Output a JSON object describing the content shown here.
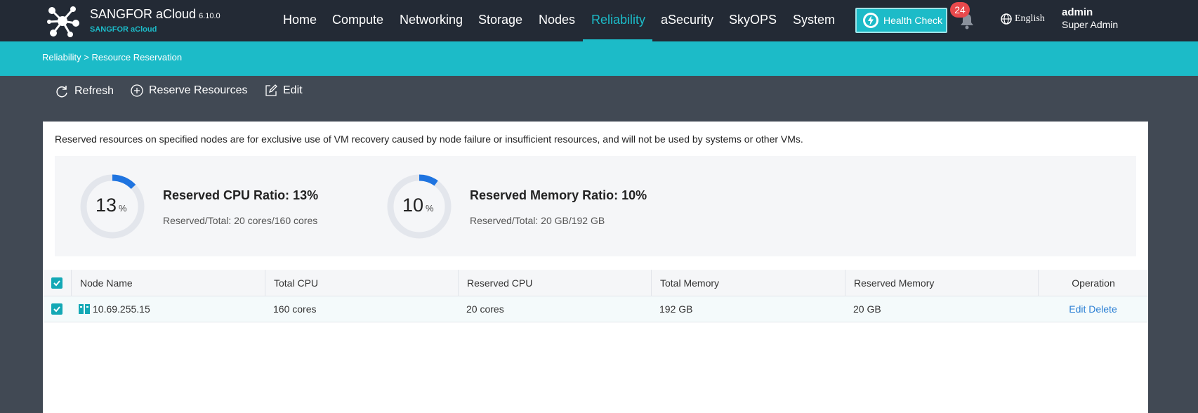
{
  "colors": {
    "accent": "#1cbbc8",
    "topbar": "#232a35",
    "toolbar": "#414954",
    "ring_fill": "#1f74e0",
    "ring_track": "#e3e6ec",
    "badge": "#e8494c",
    "link": "#2a7fd4"
  },
  "header": {
    "brand": "SANGFOR aCloud",
    "version": "6.10.0",
    "brand_sub": "SANGFOR aCloud",
    "nav": [
      "Home",
      "Compute",
      "Networking",
      "Storage",
      "Nodes",
      "Reliability",
      "aSecurity",
      "SkyOPS",
      "System"
    ],
    "active_nav": "Reliability",
    "health_check_label": "Health Check",
    "notification_count": "24",
    "language": "English",
    "user_name": "admin",
    "user_role": "Super Admin"
  },
  "breadcrumb": {
    "root": "Reliability",
    "current": "> Resource Reservation"
  },
  "toolbar": {
    "refresh_label": "Refresh",
    "reserve_label": "Reserve Resources",
    "edit_label": "Edit"
  },
  "notice": "Reserved resources on specified nodes are for exclusive use of VM recovery caused by node failure or insufficient resources, and will not be used by systems or other VMs.",
  "stats": {
    "cpu": {
      "value": "13",
      "unit": "%",
      "ratio": 0.13,
      "title": "Reserved CPU Ratio: 13%",
      "sub": "Reserved/Total: 20 cores/160 cores"
    },
    "memory": {
      "value": "10",
      "unit": "%",
      "ratio": 0.1,
      "title": "Reserved Memory Ratio: 10%",
      "sub": "Reserved/Total: 20 GB/192 GB"
    }
  },
  "table": {
    "columns": [
      "Node Name",
      "Total CPU",
      "Reserved CPU",
      "Total Memory",
      "Reserved Memory",
      "Operation"
    ],
    "rows": [
      {
        "node": "10.69.255.15",
        "total_cpu": "160 cores",
        "reserved_cpu": "20 cores",
        "total_memory": "192 GB",
        "reserved_memory": "20 GB",
        "edit": "Edit",
        "delete": "Delete"
      }
    ]
  }
}
